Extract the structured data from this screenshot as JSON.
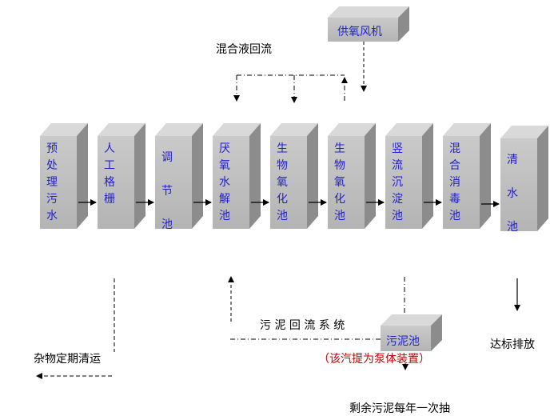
{
  "stages": [
    {
      "label": [
        "预",
        "处",
        "理",
        "污",
        "水"
      ]
    },
    {
      "label": [
        "人",
        "工",
        "格",
        "栅"
      ]
    },
    {
      "label": [
        "调",
        "节",
        "池"
      ]
    },
    {
      "label": [
        "厌",
        "氧",
        "水",
        "解",
        "池"
      ]
    },
    {
      "label": [
        "生",
        "物",
        "氧",
        "化",
        "池"
      ]
    },
    {
      "label": [
        "生",
        "物",
        "氧",
        "化",
        "池"
      ]
    },
    {
      "label": [
        "竖",
        "流",
        "沉",
        "淀",
        "池"
      ]
    },
    {
      "label": [
        "混",
        "合",
        "消",
        "毒",
        "池"
      ]
    },
    {
      "label": [
        "清",
        "水",
        "池"
      ]
    }
  ],
  "oxygen_supply": "供氧风机",
  "mixed_liquor_return": "混合液回流",
  "sludge_return": "污 泥 回 流 系 统",
  "sludge_tank": "污泥池",
  "sludge_note": "（该汽提为泵体装置）",
  "discharge": "达标排放",
  "debris": "杂物定期清运",
  "excess_sludge": "剩余污泥每年一次抽",
  "colors": {
    "box_face": "#bdbdbd",
    "box_top": "#d9d9d9",
    "box_side": "#8c8c8c",
    "text_blue": "#1f1fd0",
    "note_red": "#c00000"
  }
}
